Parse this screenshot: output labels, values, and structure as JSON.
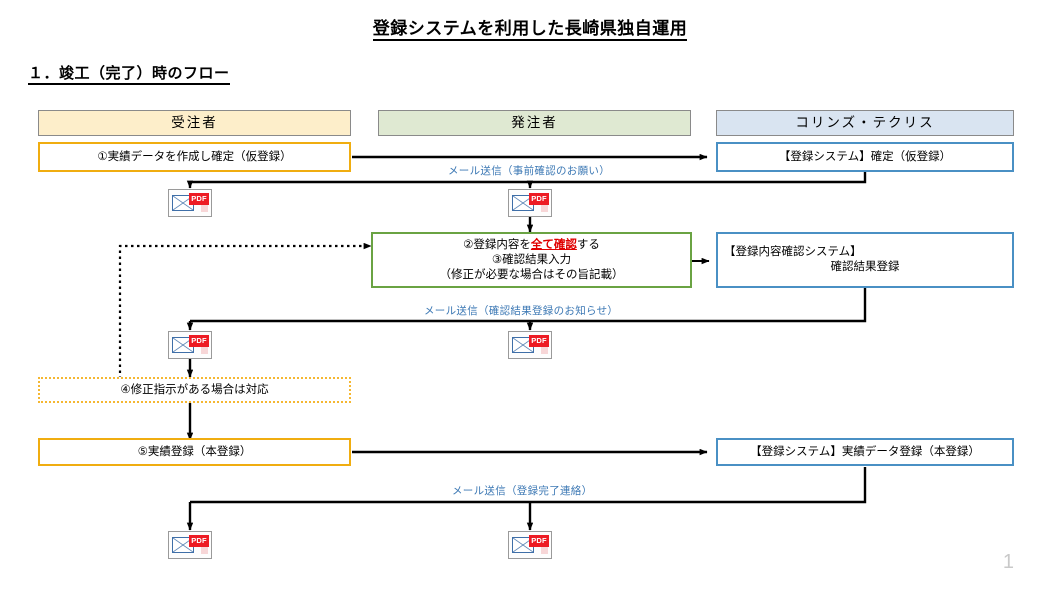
{
  "document": {
    "title": "登録システムを利用した長崎県独自運用",
    "subtitle": "１．竣工（完了）時のフロー",
    "page_number": "1"
  },
  "columns": [
    {
      "id": "contractor",
      "label": "受注者",
      "color": "#fdeeca"
    },
    {
      "id": "orderer",
      "label": "発注者",
      "color": "#dfe9d2"
    },
    {
      "id": "corins",
      "label": "コリンズ・テクリス",
      "color": "#d9e4f1"
    }
  ],
  "boxes": {
    "step1": {
      "text": "①実績データを作成し確定（仮登録）",
      "border_color": "#f0ad10"
    },
    "sys1": {
      "text": "【登録システム】確定（仮登録）",
      "border_color": "#4a90c4"
    },
    "step23": {
      "line1_pre": "②登録内容を",
      "line1_em": "全て確認",
      "line1_post": "する",
      "line2": "③確認結果入力",
      "line3": "（修正が必要な場合はその旨記載）",
      "border_color": "#6aa343",
      "emphasis_color": "#e00000"
    },
    "sys2": {
      "line1": "【登録内容確認システム】",
      "line2": "確認結果登録",
      "border_color": "#4a90c4"
    },
    "step4": {
      "text": "④修正指示がある場合は対応",
      "border_color": "#f5b731"
    },
    "step5": {
      "text": "⑤実績登録（本登録）",
      "border_color": "#f0ad10"
    },
    "sys3": {
      "text": "【登録システム】実績データ登録（本登録）",
      "border_color": "#4a90c4"
    }
  },
  "mail_labels": {
    "mail1": "メール送信（事前確認のお願い）",
    "mail2": "メール送信（確認結果登録のお知らせ）",
    "mail3": "メール送信（登録完了連絡）",
    "color": "#3c78b4"
  },
  "mail_icons": {
    "badge": "PDF",
    "icon_name": "envelope-pdf-icon",
    "count": 6
  }
}
